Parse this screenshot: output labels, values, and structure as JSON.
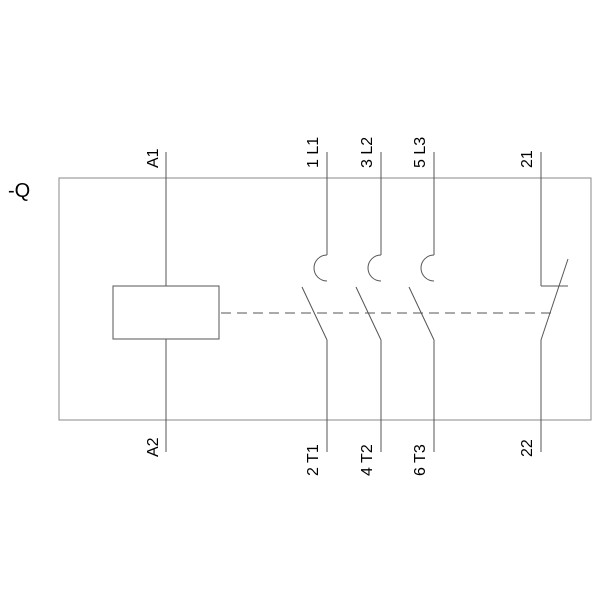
{
  "device": {
    "designation": "-Q"
  },
  "coil": {
    "top_terminal": "A1",
    "bottom_terminal": "A2"
  },
  "main_contacts": [
    {
      "top_terminal": "1 L1",
      "bottom_terminal": "2 T1"
    },
    {
      "top_terminal": "3 L2",
      "bottom_terminal": "4 T2"
    },
    {
      "top_terminal": "5 L3",
      "bottom_terminal": "6 T3"
    }
  ],
  "auxiliary_contact": {
    "type": "normally-closed",
    "top_terminal": "21",
    "bottom_terminal": "22"
  },
  "colors": {
    "lines": "#555555",
    "frame": "#888888",
    "text": "#000000"
  }
}
